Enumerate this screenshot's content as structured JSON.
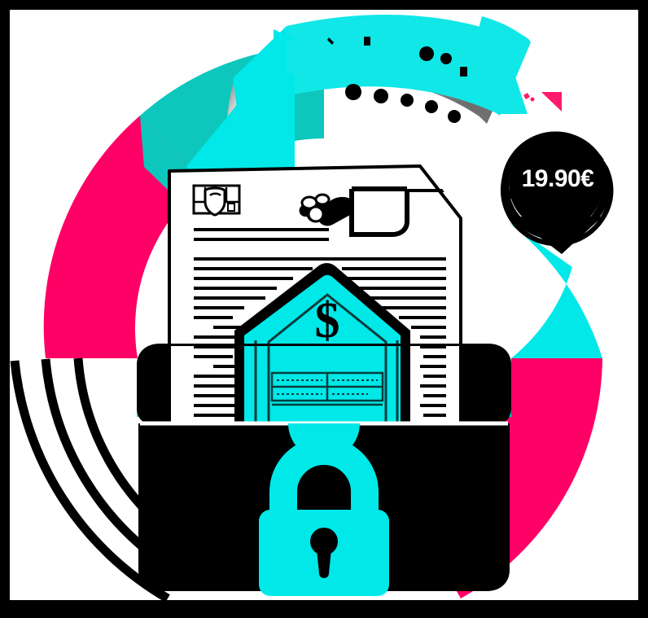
{
  "illustration": {
    "title": "Home insurance policy in a safe",
    "subject": "insurance-document-safe"
  },
  "badge": {
    "name": "price-badge",
    "price_label": "19.90€",
    "shape": "brush-circle",
    "background_color": "#000000",
    "text_color": "#FFFFFF"
  },
  "document": {
    "name": "insurance-policy-document",
    "header_logo_icon": "badge-emblem-icon",
    "signature_icon": "handshake-signature-icon",
    "body_text_lines": 22,
    "paper_color": "#FFFFFF",
    "ink_color": "#000000"
  },
  "house": {
    "name": "house-value-icon",
    "currency_symbol": "$",
    "fill_color": "#00E8E8",
    "outline_color": "#000000",
    "detail_rows": 2
  },
  "safe": {
    "name": "security-safe",
    "body_color": "#000000",
    "accent_color": "#00E8E8",
    "lock_icon": "padlock-icon",
    "knob_icon": "dial-knob-icon"
  },
  "ring": {
    "name": "decorative-ring",
    "segments": [
      {
        "label": "left-teal-arc",
        "color": "#0DC7BC"
      },
      {
        "label": "left-pink-arc",
        "color": "#FF0066"
      },
      {
        "label": "right-cyan-arc",
        "color": "#00E8E8"
      },
      {
        "label": "right-pink-arc",
        "color": "#FF0066"
      },
      {
        "label": "thin-black-arcs",
        "color": "#000000"
      }
    ]
  },
  "banner": {
    "name": "top-curved-banner",
    "fill_color": "#11E7E7",
    "underside_color": "#9E9E9E",
    "dot_count": 8,
    "dot_color": "#000000"
  },
  "decorations": [
    {
      "name": "cyan-triangle-decoration",
      "color": "#00E8E8"
    },
    {
      "name": "pink-triangle-decoration",
      "color": "#FF1A6E"
    },
    {
      "name": "cyan-wedge-decoration",
      "color": "#00E8E8"
    }
  ],
  "palette": {
    "black": "#000000",
    "white": "#FFFFFF",
    "cyan": "#00E8E8",
    "teal": "#0DC7BC",
    "pink": "#FF0066",
    "grey": "#9E9E9E"
  }
}
